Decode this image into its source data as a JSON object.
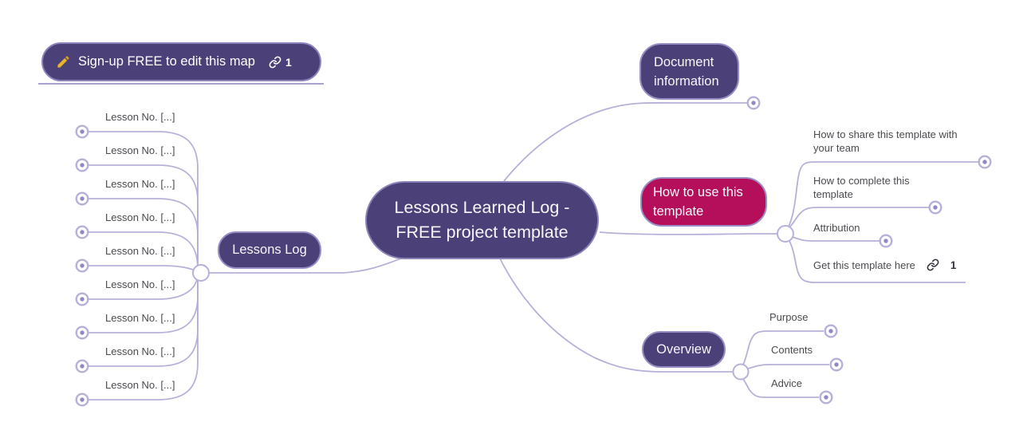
{
  "colors": {
    "node_purple": "#4b4078",
    "node_border_light": "#978dc4",
    "root_border": "#8d83bb",
    "crimson": "#b50f5c",
    "line": "#b7b0d9",
    "dot": "#9189c6",
    "text_dark": "#4b4b50",
    "text_light": "#f7f6fb",
    "pencil_gold": "#eab429",
    "link_dark": "#35343e"
  },
  "signup": {
    "label": "Sign-up FREE to edit this map",
    "link_count": "1"
  },
  "root": {
    "label": "Lessons Learned Log - FREE project template"
  },
  "document_information": {
    "label": "Document information"
  },
  "how_to_use": {
    "label": "How to use this template",
    "children": [
      {
        "label": "How to share this template with your team"
      },
      {
        "label": "How to complete this template"
      },
      {
        "label": "Attribution"
      },
      {
        "label": "Get this template here",
        "link_count": "1"
      }
    ]
  },
  "overview": {
    "label": "Overview",
    "children": [
      {
        "label": "Purpose"
      },
      {
        "label": "Contents"
      },
      {
        "label": "Advice"
      }
    ]
  },
  "lessons_log": {
    "label": "Lessons Log",
    "children": [
      {
        "label": "Lesson No. [...]"
      },
      {
        "label": "Lesson No. [...]"
      },
      {
        "label": "Lesson No. [...]"
      },
      {
        "label": "Lesson No. [...]"
      },
      {
        "label": "Lesson No. [...]"
      },
      {
        "label": "Lesson No. [...]"
      },
      {
        "label": "Lesson No. [...]"
      },
      {
        "label": "Lesson No. [...]"
      },
      {
        "label": "Lesson No. [...]"
      }
    ]
  }
}
